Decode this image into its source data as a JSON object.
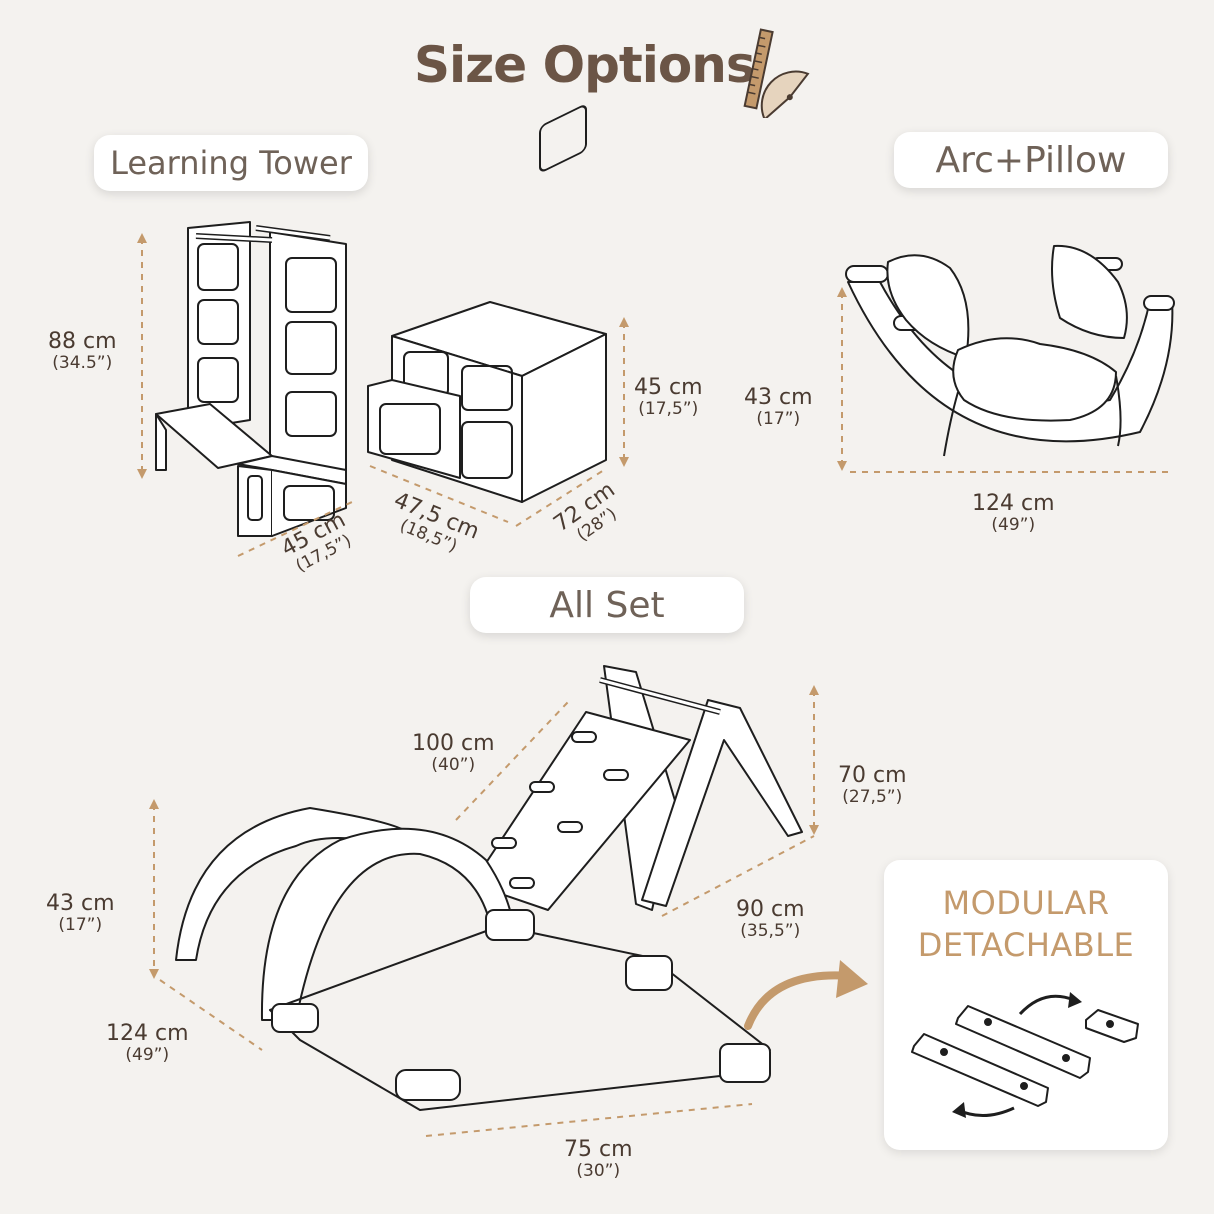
{
  "header": {
    "title": "Size Options",
    "title_icon": "ruler-protractor-icon"
  },
  "sections": {
    "tower": "Learning Tower",
    "arc": "Arc+Pillow",
    "allset": "All Set"
  },
  "dimensions": {
    "tower_height": {
      "cm": "88 cm",
      "in": "(34.5”)"
    },
    "tower_depth": {
      "cm": "45 cm",
      "in": "(17,5”)"
    },
    "table_depth": {
      "cm": "47,5 cm",
      "in": "(18,5”)"
    },
    "table_width": {
      "cm": "72 cm",
      "in": "(28”)"
    },
    "table_height": {
      "cm": "45 cm",
      "in": "(17,5”)"
    },
    "arc_height": {
      "cm": "43 cm",
      "in": "(17”)"
    },
    "arc_length": {
      "cm": "124 cm",
      "in": "(49”)"
    },
    "triangle_ramp": {
      "cm": "100 cm",
      "in": "(40”)"
    },
    "triangle_height": {
      "cm": "70 cm",
      "in": "(27,5”)"
    },
    "triangle_depth": {
      "cm": "90 cm",
      "in": "(35,5”)"
    },
    "set_arc_height": {
      "cm": "43 cm",
      "in": "(17”)"
    },
    "set_arc_length": {
      "cm": "124 cm",
      "in": "(49”)"
    },
    "set_base": {
      "cm": "75 cm",
      "in": "(30”)"
    }
  },
  "modular": {
    "line1": "MODULAR",
    "line2": "DETACHABLE"
  },
  "colors": {
    "accent": "#c49a6c",
    "title": "#6b5546",
    "text": "#4a3b31",
    "background": "#f4f2ef"
  }
}
